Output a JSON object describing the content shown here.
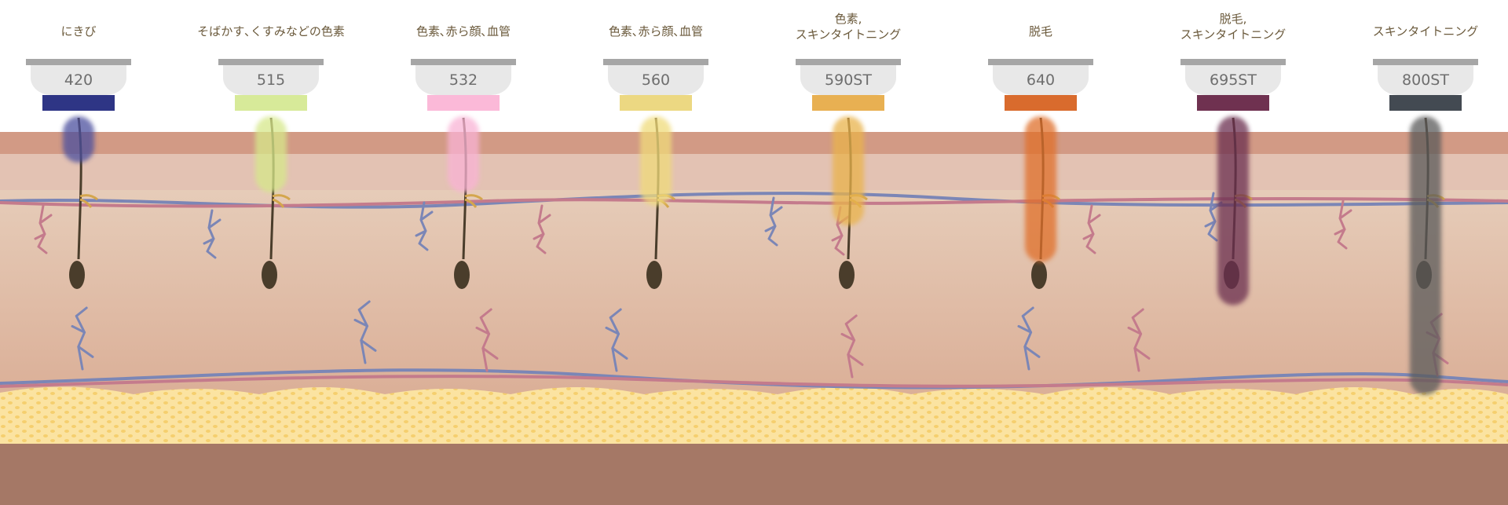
{
  "filters": [
    {
      "label": "にきび",
      "wavelength": "420",
      "color": "#2e3585",
      "glow": "#4b4f9e"
    },
    {
      "label": "そばかす､くすみなどの色素",
      "wavelength": "515",
      "color": "#d7ea99",
      "glow": "#d6e88a"
    },
    {
      "label": "色素､赤ら顔､血管",
      "wavelength": "532",
      "color": "#fbb9d8",
      "glow": "#f9b3d5"
    },
    {
      "label": "色素､赤ら顔､血管",
      "wavelength": "560",
      "color": "#ecd882",
      "glow": "#f0db7a"
    },
    {
      "label": "色素,\nスキンタイトニング",
      "wavelength": "590ST",
      "color": "#e8b052",
      "glow": "#e9b34c"
    },
    {
      "label": "脱毛",
      "wavelength": "640",
      "color": "#d96b2d",
      "glow": "#e0702a"
    },
    {
      "label": "脱毛,\nスキンタイトニング",
      "wavelength": "695ST",
      "color": "#6f3150",
      "glow": "#6b2f4f"
    },
    {
      "label": "スキンタイトニング",
      "wavelength": "800ST",
      "color": "#434a52",
      "glow": "#5a5a5a"
    }
  ],
  "penetration_depth": [
    0.14,
    0.23,
    0.23,
    0.27,
    0.33,
    0.44,
    0.57,
    0.84
  ],
  "colors": {
    "epidermis_top": "#d29a85",
    "epidermis": "#e3c2b3",
    "dermis_top": "#e9d4c2",
    "dermis_bottom": "#d8a88f",
    "fat": "#fbe3a1",
    "fat_dots": "#f5cf6e",
    "muscle": "#a57866",
    "vein": "#7b86b6",
    "artery": "#c47b8c",
    "hair": "#4a3d2b",
    "gland": "#d4a64d"
  }
}
